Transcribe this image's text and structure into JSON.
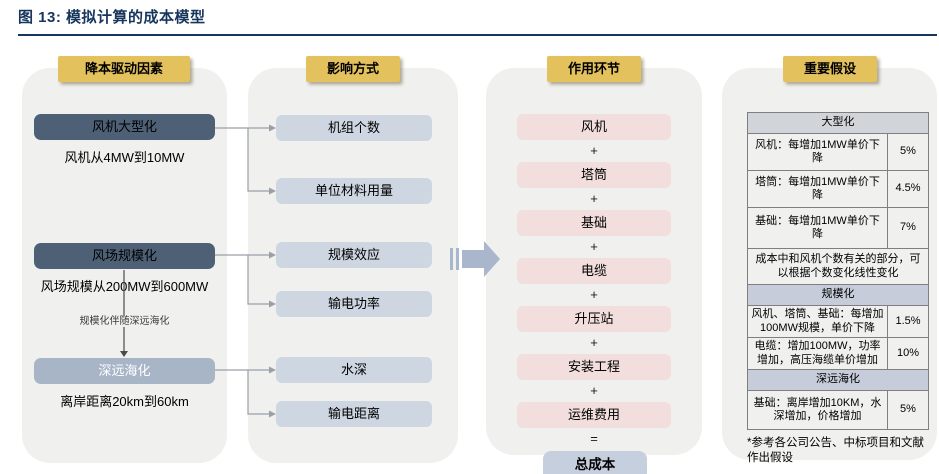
{
  "title": "图 13: 模拟计算的成本模型",
  "drivers": {
    "header": "降本驱动因素",
    "items": [
      {
        "box": "风机大型化",
        "note": "风机从4MW到10MW"
      },
      {
        "box": "风场规模化",
        "note": "风场规模从200MW到600MW"
      },
      {
        "box": "深远海化",
        "note": "离岸距离20km到60km"
      }
    ],
    "arrow_label": "规模化伴随深远海化"
  },
  "methods": {
    "header": "影响方式",
    "items": [
      "机组个数",
      "单位材料用量",
      "规模效应",
      "输电功率",
      "水深",
      "输电距离"
    ]
  },
  "segments": {
    "header": "作用环节",
    "items": [
      "风机",
      "塔筒",
      "基础",
      "电缆",
      "升压站",
      "安装工程",
      "运维费用"
    ],
    "plus": "+",
    "equals": "=",
    "total": "总成本"
  },
  "assumptions": {
    "header": "重要假设",
    "sections": [
      {
        "title": "大型化",
        "rows": [
          {
            "label": "风机：每增加1MW单价下降",
            "value": "5%"
          },
          {
            "label": "塔筒：每增加1MW单价下降",
            "value": "4.5%"
          },
          {
            "label": "基础：每增加1MW单价下降",
            "value": "7%"
          }
        ],
        "note": "成本中和风机个数有关的部分，可以根据个数变化线性变化"
      },
      {
        "title": "规模化",
        "rows": [
          {
            "label": "风机、塔筒、基础：每增加100MW规模，单价下降",
            "value": "1.5%"
          },
          {
            "label": "电缆：增加100MW，功率增加，高压海缆单价增加",
            "value": "10%"
          }
        ]
      },
      {
        "title": "深远海化",
        "rows": [
          {
            "label": "基础：离岸增加10KM，水深增加，价格增加",
            "value": "5%"
          }
        ]
      }
    ],
    "footnote": "*参考各公司公告、中标项目和文献作出假设"
  },
  "colors": {
    "title_navy": "#17365d",
    "badge_gold": "#e3c15c",
    "driver_box_dark": "#4d6076",
    "driver_box_light": "#a7b5c7",
    "method_box": "#ced6e2",
    "segment_box": "#f2dedc",
    "total_box": "#c6cfdd",
    "panel_gray": "#f0f0ef",
    "big_arrow": "#a9b6cb",
    "connector_gray": "#9aa0a6"
  }
}
